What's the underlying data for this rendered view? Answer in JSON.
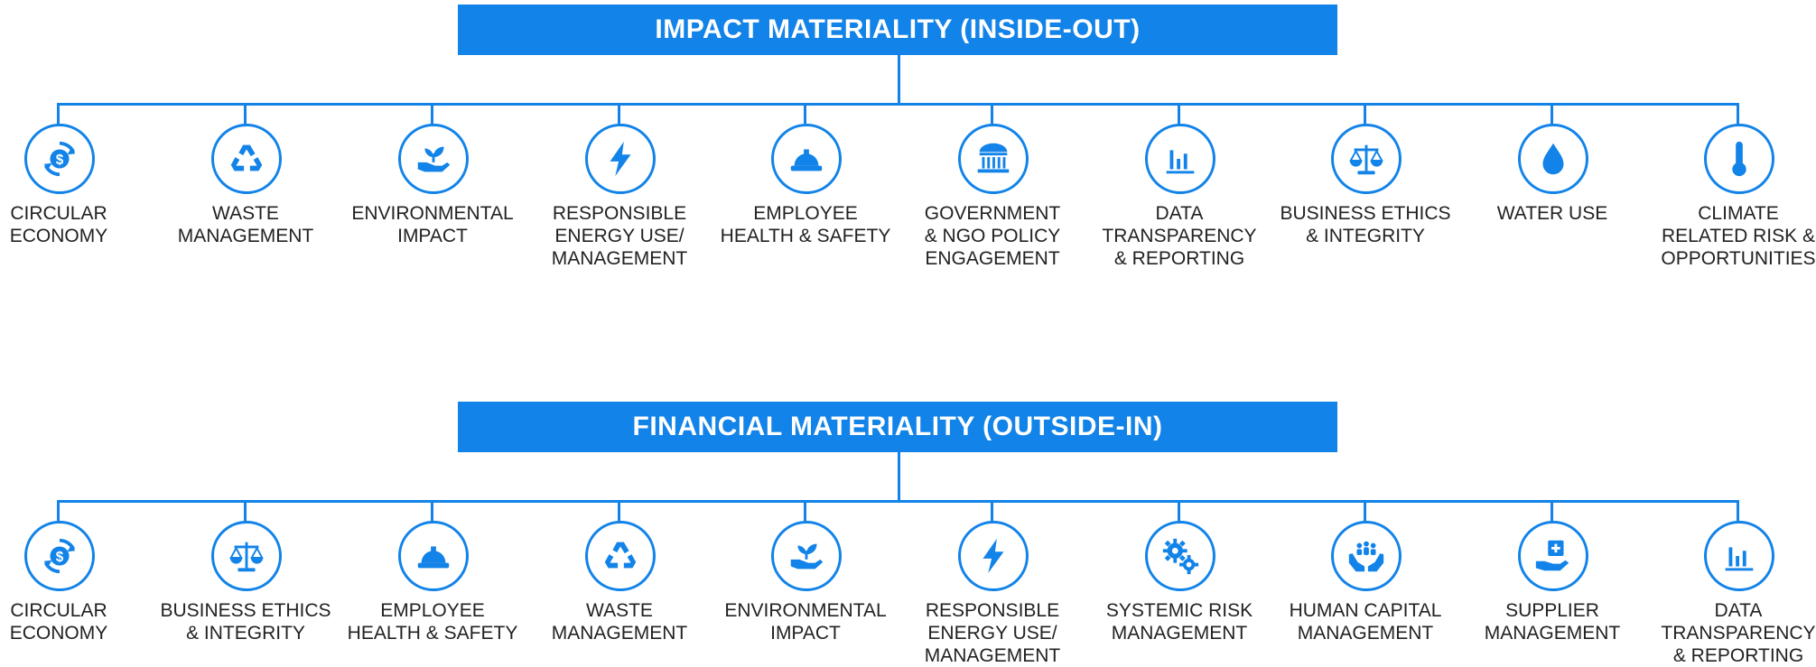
{
  "colors": {
    "accent": "#1283e8",
    "text": "#222222",
    "background": "#ffffff"
  },
  "sections": [
    {
      "title": "IMPACT MATERIALITY (INSIDE-OUT)",
      "items": [
        {
          "label": "CIRCULAR\nECONOMY",
          "icon": "circular-economy-icon"
        },
        {
          "label": "WASTE\nMANAGEMENT",
          "icon": "recycle-icon"
        },
        {
          "label": "ENVIRONMENTAL\nIMPACT",
          "icon": "plant-hand-icon"
        },
        {
          "label": "RESPONSIBLE\nENERGY USE/\nMANAGEMENT",
          "icon": "lightning-icon"
        },
        {
          "label": "EMPLOYEE\nHEALTH & SAFETY",
          "icon": "hard-hat-icon"
        },
        {
          "label": "GOVERNMENT\n& NGO POLICY\nENGAGEMENT",
          "icon": "government-building-icon"
        },
        {
          "label": "DATA\nTRANSPARENCY\n& REPORTING",
          "icon": "bar-chart-icon"
        },
        {
          "label": "BUSINESS ETHICS\n& INTEGRITY",
          "icon": "scales-icon"
        },
        {
          "label": "WATER USE",
          "icon": "water-drop-icon"
        },
        {
          "label": "CLIMATE\nRELATED RISK &\nOPPORTUNITIES",
          "icon": "thermometer-icon"
        }
      ]
    },
    {
      "title": "FINANCIAL MATERIALITY (OUTSIDE-IN)",
      "items": [
        {
          "label": "CIRCULAR\nECONOMY",
          "icon": "circular-economy-icon"
        },
        {
          "label": "BUSINESS ETHICS\n& INTEGRITY",
          "icon": "scales-icon"
        },
        {
          "label": "EMPLOYEE\nHEALTH & SAFETY",
          "icon": "hard-hat-icon"
        },
        {
          "label": "WASTE\nMANAGEMENT",
          "icon": "recycle-icon"
        },
        {
          "label": "ENVIRONMENTAL\nIMPACT",
          "icon": "plant-hand-icon"
        },
        {
          "label": "RESPONSIBLE\nENERGY USE/\nMANAGEMENT",
          "icon": "lightning-icon"
        },
        {
          "label": "SYSTEMIC RISK\nMANAGEMENT",
          "icon": "gears-icon"
        },
        {
          "label": "HUMAN CAPITAL\nMANAGEMENT",
          "icon": "people-hands-icon"
        },
        {
          "label": "SUPPLIER\nMANAGEMENT",
          "icon": "supplier-hand-icon"
        },
        {
          "label": "DATA\nTRANSPARENCY\n& REPORTING",
          "icon": "bar-chart-icon"
        }
      ]
    }
  ]
}
